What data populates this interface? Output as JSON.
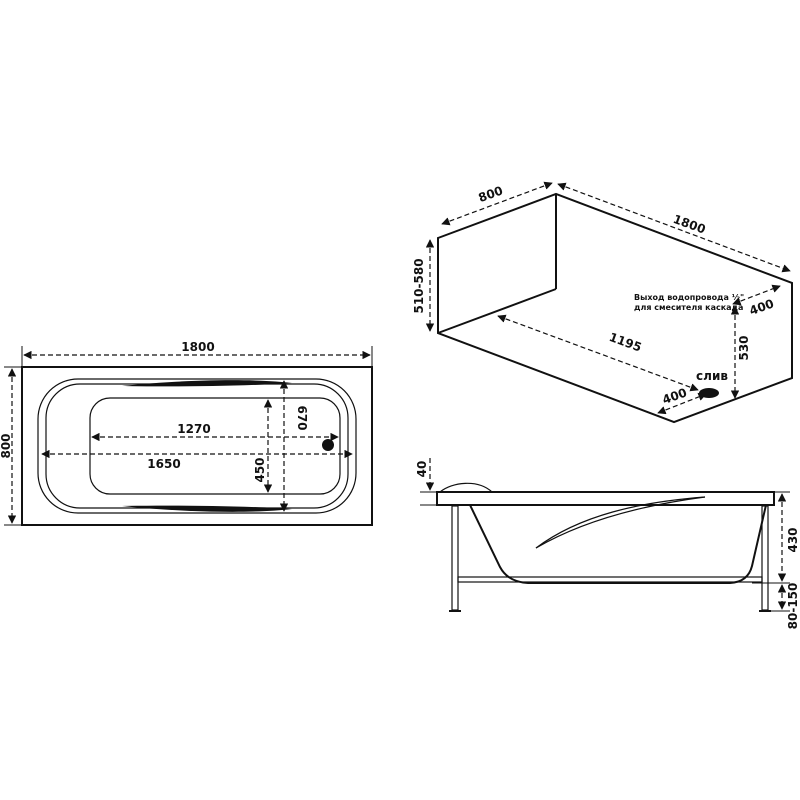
{
  "top_view": {
    "length": "1800",
    "width": "800",
    "inner_length": "1270",
    "basin_length": "1650",
    "inner_width": "670",
    "bottom_width": "450"
  },
  "iso_view": {
    "width": "800",
    "length": "1800",
    "height": "510-580",
    "drain_offset": "1195",
    "side_offset_a": "400",
    "side_offset_b": "400",
    "pipe_height": "530",
    "drain_label": "слив",
    "pipe_note_line1": "Выход водопровода ½\"",
    "pipe_note_line2": "для смесителя каскада"
  },
  "side_view": {
    "rim": "40",
    "depth": "430",
    "legs": "80-150"
  }
}
